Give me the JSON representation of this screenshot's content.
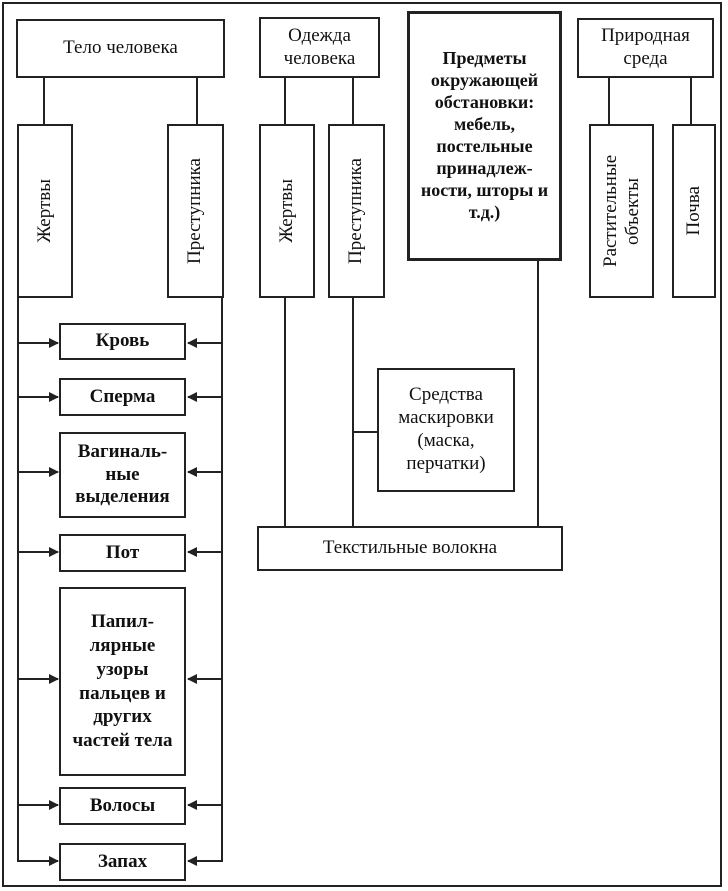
{
  "categories": {
    "body": "Тело человека",
    "clothing": "Одежда человека",
    "environment_items": "Предметы окружающей обстановки: мебель, постельные принадлеж-ности, шторы и т.д.)",
    "nature": "Природная среда"
  },
  "body_subs": {
    "victim": "Жертвы",
    "criminal": "Преступника"
  },
  "clothing_subs": {
    "victim": "Жертвы",
    "criminal": "Преступника"
  },
  "nature_subs": {
    "plants": "Растительные объекты",
    "soil": "Почва"
  },
  "body_traces": [
    "Кровь",
    "Сперма",
    "Вагиналь-ные выделения",
    "Пот",
    "Папил-лярные узоры пальцев и других частей тела",
    "Волосы",
    "Запах"
  ],
  "masking": "Средства маскировки (маска, перчатки)",
  "fibers": "Текстильные волокна"
}
